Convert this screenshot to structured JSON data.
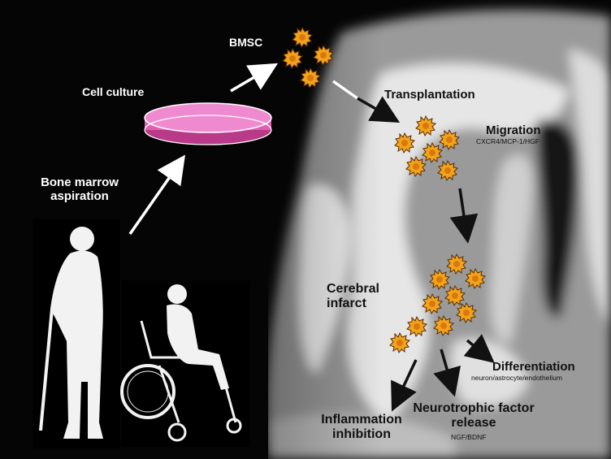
{
  "labels": {
    "bmsc": "BMSC",
    "cell_culture": "Cell culture",
    "bone_marrow_aspiration_line1": "Bone marrow",
    "bone_marrow_aspiration_line2": "aspiration",
    "transplantation": "Transplantation",
    "migration": "Migration",
    "migration_sub": "CXCR4/MCP-1/HGF",
    "cerebral_infarct_line1": "Cerebral",
    "cerebral_infarct_line2": "infarct",
    "differentiation": "Differentiation",
    "differentiation_sub": "neuron/astrocyte/endothelium",
    "neurotrophic_line1": "Neurotrophic factor",
    "neurotrophic_line2": "release",
    "neurotrophic_sub": "NGF/BDNF",
    "inflammation_line1": "Inflammation",
    "inflammation_line2": "inhibition"
  },
  "colors": {
    "background": "#050505",
    "brain_white_matter": "#f2f2f2",
    "brain_gray_matter": "#8f8f8f",
    "ventricle": "#111111",
    "cell_orange": "#f2a31b",
    "cell_outline": "#5a2c00",
    "dish_pink": "#e060b0",
    "arrow_white": "#ffffff",
    "arrow_black": "#111111"
  },
  "icons": [
    "bmsc-cell-icon",
    "petri-dish-icon",
    "standing-person-with-cane-icon",
    "wheelchair-person-icon"
  ]
}
